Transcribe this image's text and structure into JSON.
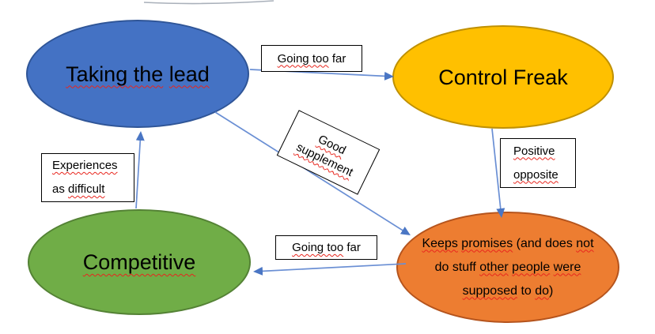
{
  "diagram": {
    "title": "Behaviour traits concept map",
    "background": "#ffffff"
  },
  "colors": {
    "connector": "#6a8fd4",
    "arrowhead": "#4a76c4",
    "spellcheck_squiggle": "#e8251d",
    "label_box_border": "#000000",
    "label_box_background": "#ffffff",
    "text": "#000000",
    "cropped_edge_gray": "#a9b0ba"
  },
  "nodes": {
    "taking_the_lead": {
      "label": "Taking the lead",
      "fill": "#4472C4",
      "stroke": "#2F5597",
      "lines": [
        [
          {
            "t": "Taking the",
            "sq": true
          },
          {
            "t": " ",
            "sq": false
          },
          {
            "t": "lead",
            "sq": true
          }
        ]
      ]
    },
    "control_freak": {
      "label": "Control Freak",
      "fill": "#FFC000",
      "stroke": "#BF9000",
      "lines": [
        [
          {
            "t": "Control Freak",
            "sq": false
          }
        ]
      ]
    },
    "competitive": {
      "label": "Competitive",
      "fill": "#70AD47",
      "stroke": "#548235",
      "lines": [
        [
          {
            "t": "Competitive",
            "sq": true
          }
        ]
      ]
    },
    "keeps_promises": {
      "label": "Keeps promises (and does not do stuff other people were supposed to do)",
      "fill": "#ED7D31",
      "stroke": "#B5541D",
      "lines": [
        [
          {
            "t": "Keeps",
            "sq": true
          },
          {
            "t": " ",
            "sq": false
          },
          {
            "t": "promises",
            "sq": true
          },
          {
            "t": " (and does ",
            "sq": false
          },
          {
            "t": "not",
            "sq": true
          }
        ],
        [
          {
            "t": "do stuff ",
            "sq": false
          },
          {
            "t": "other",
            "sq": true
          },
          {
            "t": " ",
            "sq": false
          },
          {
            "t": "people",
            "sq": true
          },
          {
            "t": " ",
            "sq": false
          },
          {
            "t": "were",
            "sq": true
          }
        ],
        [
          {
            "t": "supposed",
            "sq": true
          },
          {
            "t": " to ",
            "sq": false
          },
          {
            "t": "do",
            "sq": true
          },
          {
            "t": ")",
            "sq": false
          }
        ]
      ]
    }
  },
  "labels": {
    "going_too_far_top": {
      "text": "Going too far",
      "lines": [
        [
          {
            "t": "Going too",
            "sq": true
          },
          {
            "t": " far",
            "sq": false
          }
        ]
      ]
    },
    "experiences_as_difficult": {
      "text": "Experiences as difficult",
      "lines": [
        [
          {
            "t": "Experiences",
            "sq": true
          }
        ],
        [
          {
            "t": "as ",
            "sq": false
          },
          {
            "t": "difficult",
            "sq": true
          }
        ]
      ]
    },
    "good_supplement": {
      "text": "Good supplement",
      "lines": [
        [
          {
            "t": "Good",
            "sq": true
          }
        ],
        [
          {
            "t": "supplement",
            "sq": true
          }
        ]
      ]
    },
    "positive_opposite": {
      "text": "Positive opposite",
      "lines": [
        [
          {
            "t": "Positive",
            "sq": true
          }
        ],
        [
          {
            "t": "opposite",
            "sq": true
          }
        ]
      ]
    },
    "going_too_far_bottom": {
      "text": "Going too far",
      "lines": [
        [
          {
            "t": "Going too",
            "sq": true
          },
          {
            "t": " far",
            "sq": false
          }
        ]
      ]
    }
  },
  "connectors": [
    {
      "from": "Taking the lead",
      "to": "Control Freak",
      "label": "Going too far"
    },
    {
      "from": "Competitive",
      "to": "Taking the lead",
      "label": "Experiences as difficult"
    },
    {
      "from": "Control Freak",
      "to": "Keeps promises (and does not do stuff other people were supposed to do)",
      "label": "Positive opposite"
    },
    {
      "from": "Keeps promises (and does not do stuff other people were supposed to do)",
      "to": "Competitive",
      "label": "Going too far"
    },
    {
      "from": "Taking the lead",
      "to": "Keeps promises (and does not do stuff other people were supposed to do)",
      "label": "Good supplement"
    }
  ]
}
